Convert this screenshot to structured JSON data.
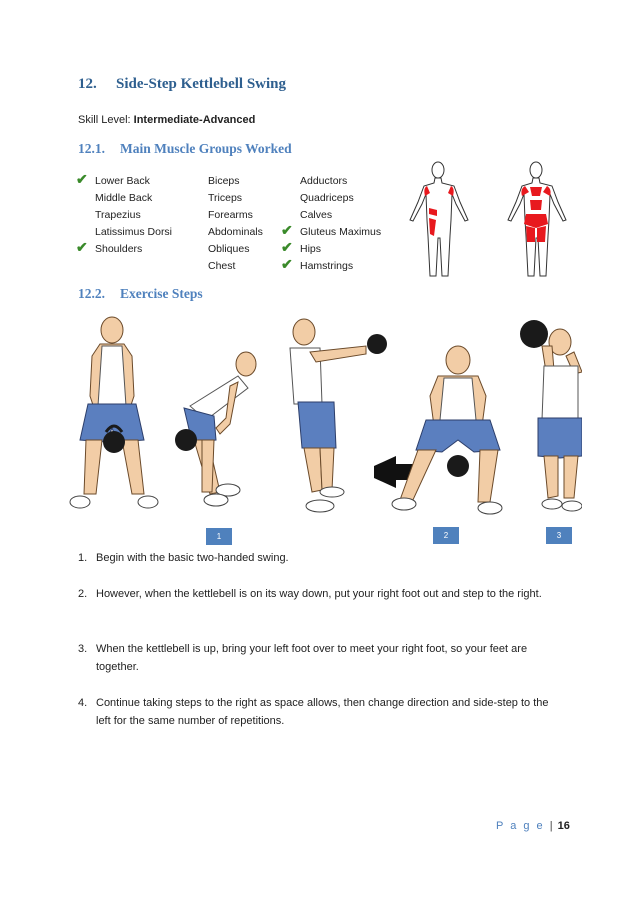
{
  "heading": {
    "number": "12.",
    "title": "Side-Step Kettlebell Swing"
  },
  "skill": {
    "label": "Skill Level:",
    "value": "Intermediate-Advanced"
  },
  "section_muscles": {
    "number": "12.1.",
    "title": "Main Muscle Groups Worked"
  },
  "muscles": {
    "col1": [
      {
        "name": "Lower Back",
        "checked": true
      },
      {
        "name": "Middle Back",
        "checked": false
      },
      {
        "name": "Trapezius",
        "checked": false
      },
      {
        "name": "Latissimus Dorsi",
        "checked": false
      },
      {
        "name": "Shoulders",
        "checked": true
      }
    ],
    "col2": [
      {
        "name": "Biceps",
        "checked": false
      },
      {
        "name": "Triceps",
        "checked": false
      },
      {
        "name": "Forearms",
        "checked": false
      },
      {
        "name": "Abdominals",
        "checked": false
      },
      {
        "name": "Obliques",
        "checked": false
      },
      {
        "name": "Chest",
        "checked": false
      }
    ],
    "col3": [
      {
        "name": "Adductors",
        "checked": false
      },
      {
        "name": "Quadriceps",
        "checked": false
      },
      {
        "name": "Calves",
        "checked": false
      },
      {
        "name": "Gluteus Maximus",
        "checked": true
      },
      {
        "name": "Hips",
        "checked": true
      },
      {
        "name": "Hamstrings",
        "checked": true
      }
    ],
    "check_glyph": "✔",
    "check_color": "#3a8a2a",
    "highlight_color": "#e8191e"
  },
  "section_steps": {
    "number": "12.2.",
    "title": "Exercise Steps"
  },
  "step_badges": [
    "1",
    "2",
    "3"
  ],
  "steps": [
    {
      "n": "1.",
      "text": "Begin with the basic two-handed swing."
    },
    {
      "n": "2.",
      "text": "However, when the kettlebell is on its way down, put your right foot out and step to the right."
    },
    {
      "n": "3.",
      "text": "When the kettlebell is up, bring your left foot over to meet your right foot, so your feet are together."
    },
    {
      "n": "4.",
      "text": "Continue taking steps to the right as space allows, then change direction and side-step to the left for the same number of repetitions."
    }
  ],
  "footer": {
    "page_label": "P a g e",
    "separator": "|",
    "page_number": "16"
  }
}
